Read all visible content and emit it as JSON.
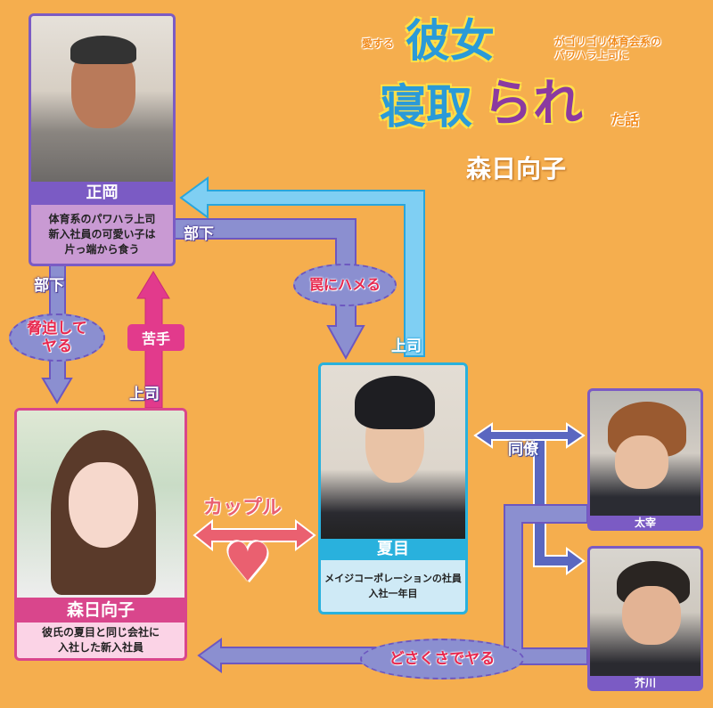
{
  "title": {
    "prefix": "愛する",
    "main_line1": "彼女",
    "suffix_line1": "がゴリゴリ体育会系の",
    "suffix_line2": "パワハラ上司に",
    "main_line2": "寝取",
    "main_line2_accent": "られ",
    "end": "た話",
    "actress": "森日向子",
    "colors": {
      "main": "#2a9ad8",
      "accent": "#8b3aa0",
      "small": "#f18a1a",
      "outline": "#ffe04a"
    }
  },
  "characters": {
    "masaoka": {
      "name": "正岡",
      "desc_lines": [
        "体育系のパワハラ上司",
        "新入社員の可愛い子は",
        "片っ端から食う"
      ],
      "color": "#7b5bc4"
    },
    "hinako": {
      "name": "森日向子",
      "desc_lines": [
        "彼氏の夏目と同じ会社に",
        "入社した新入社員"
      ],
      "color": "#d9468c"
    },
    "natsume": {
      "name": "夏目",
      "desc_lines": [
        "メイジコーポレーションの社員",
        "入社一年目"
      ],
      "color": "#29b1dd"
    },
    "dazai": {
      "name": "太宰",
      "color": "#7b5bc4"
    },
    "akutagawa": {
      "name": "芥川",
      "color": "#7b5bc4"
    }
  },
  "relations": {
    "buka_down": "部下",
    "kyohaku": "脅迫して\nヤる",
    "nigate": "苦手",
    "joshi_left": "上司",
    "buka_right": "部下",
    "wana": "罠にハメる",
    "joshi_natsume": "上司",
    "couple": "カップル",
    "heart": "♥",
    "douryou": "同僚",
    "dosakusa": "どさくさでヤる"
  }
}
